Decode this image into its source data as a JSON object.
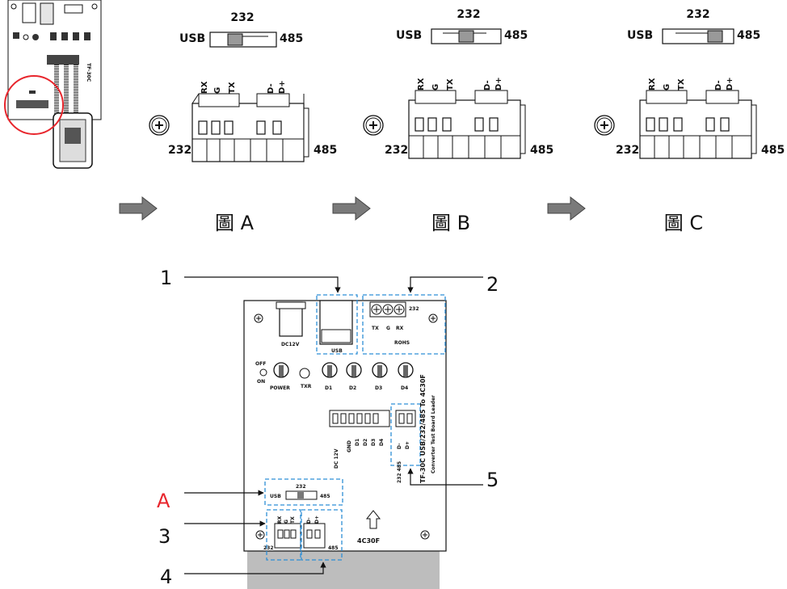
{
  "switch_panels": [
    {
      "top": "232",
      "left": "USB",
      "right": "485",
      "pins": [
        "RX",
        "G",
        "TX",
        "D-",
        "D+"
      ],
      "bottom_left": "232",
      "bottom_right": "485",
      "caption": "圖 A"
    },
    {
      "top": "232",
      "left": "USB",
      "right": "485",
      "pins": [
        "RX",
        "G",
        "TX",
        "D-",
        "D+"
      ],
      "bottom_left": "232",
      "bottom_right": "485",
      "caption": "圖 B"
    },
    {
      "top": "232",
      "left": "USB",
      "right": "485",
      "pins": [
        "RX",
        "G",
        "TX",
        "D-",
        "D+"
      ],
      "bottom_left": "232",
      "bottom_right": "485",
      "caption": "圖 C"
    }
  ],
  "callouts": {
    "c1": "1",
    "c2": "2",
    "c3": "3",
    "c4": "4",
    "c5": "5",
    "cA": "A"
  },
  "board": {
    "dc": "DC12V",
    "usb": "USB",
    "rohs": "ROHS",
    "tb_232": "232",
    "tb_pins": [
      "TX",
      "G",
      "RX"
    ],
    "off": "OFF",
    "on": "ON",
    "power": "POWER",
    "txr": "TXR",
    "leds": [
      "D1",
      "D2",
      "D3",
      "D4"
    ],
    "title1": "TF-30C USB/232/485 To 4C30F",
    "title2": "Converter Test Board Leader",
    "dc12v_v": "DC 12V",
    "io_labels": [
      "GND",
      "D1",
      "D2",
      "D3",
      "D4"
    ],
    "side_labels": [
      "D-",
      "D+"
    ],
    "s_232_485": "232 485",
    "sw_top": "232",
    "sw_left": "USB",
    "sw_right": "485",
    "bottom_232": "232",
    "bottom_485": "485",
    "chip": "4C30F",
    "bot_pins": [
      "RX",
      "G",
      "TX",
      "D-",
      "D+"
    ]
  },
  "colors": {
    "accent_red": "#e8262d",
    "dash_blue": "#2e8fd6",
    "arrow_gray": "#7a7a7a",
    "module_gray": "#bdbdbd"
  }
}
